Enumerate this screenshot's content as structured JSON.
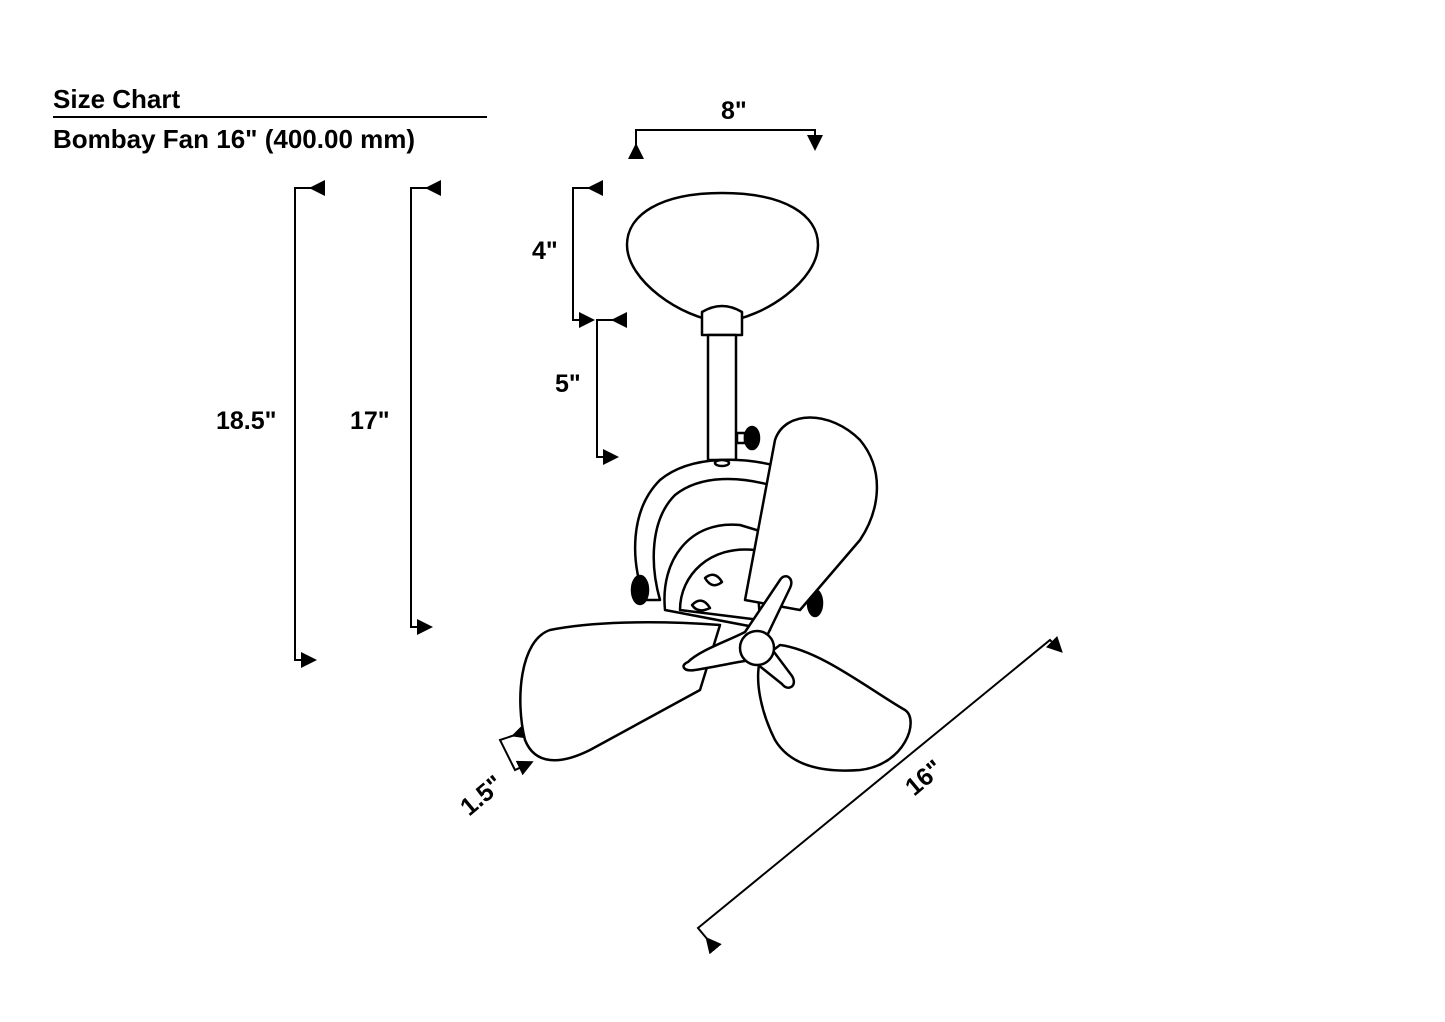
{
  "header": {
    "title": "Size Chart",
    "subtitle": "Bombay Fan 16\" (400.00 mm)"
  },
  "dimensions": {
    "overall_height": "18.5\"",
    "body_height": "17\"",
    "canopy_height": "4\"",
    "downrod_length": "5\"",
    "canopy_width": "8\"",
    "blade_span": "16\"",
    "blade_width": "1.5\""
  },
  "colors": {
    "line": "#000000",
    "background": "#ffffff"
  }
}
